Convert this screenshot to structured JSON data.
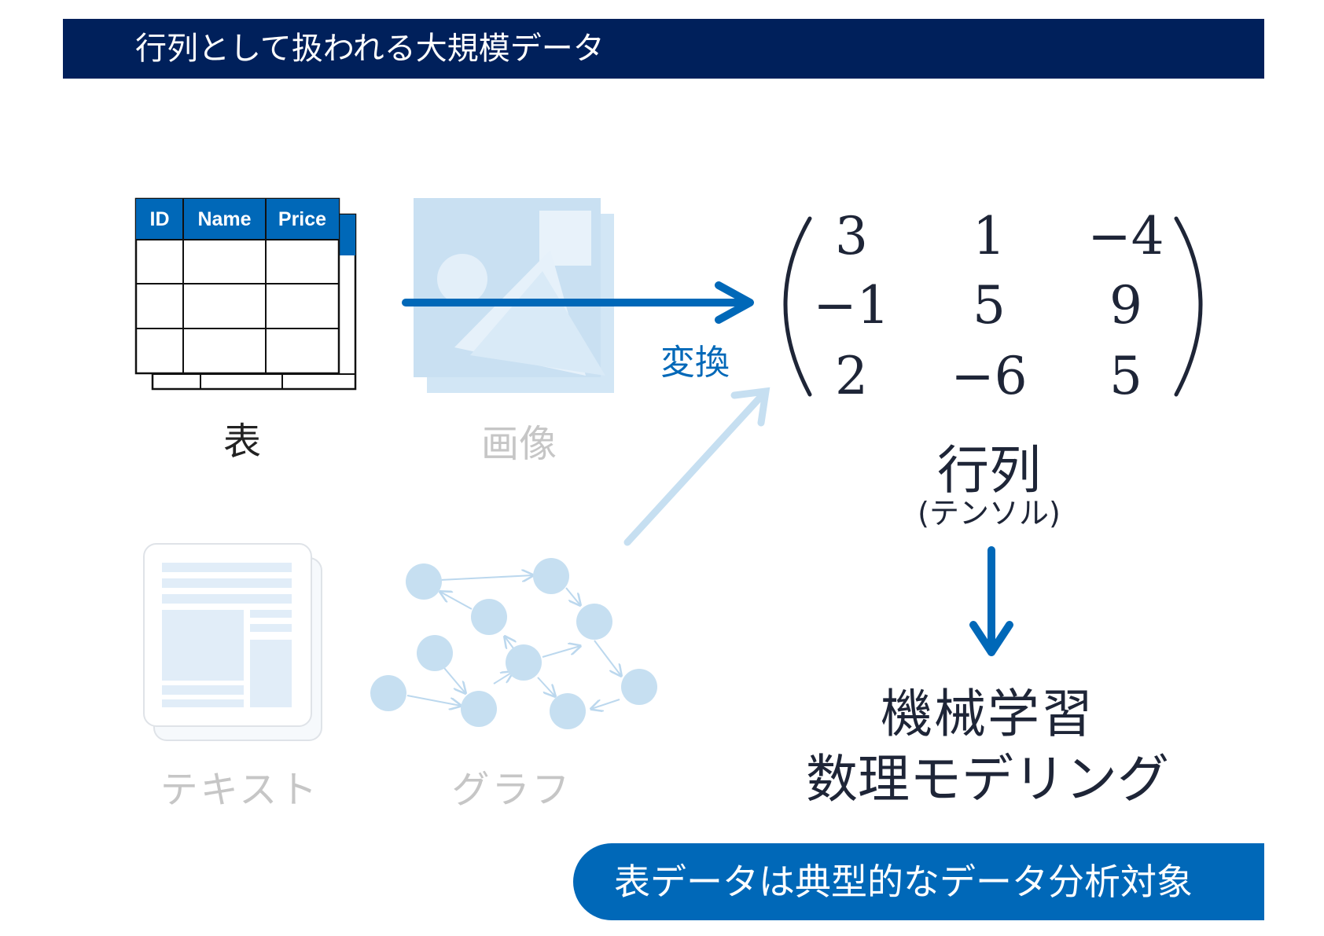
{
  "header": {
    "title": "行列として扱われる大規模データ"
  },
  "sources": {
    "table": {
      "label": "表",
      "columns": [
        "ID",
        "Name",
        "Price"
      ]
    },
    "image": {
      "label": "画像"
    },
    "text": {
      "label": "テキスト"
    },
    "graph": {
      "label": "グラフ"
    }
  },
  "conversion": {
    "label": "変換"
  },
  "matrix": {
    "rows": [
      [
        "3",
        "1",
        "−4"
      ],
      [
        "−1",
        "5",
        "9"
      ],
      [
        "2",
        "−6",
        "5"
      ]
    ],
    "label": "行列",
    "sublabel": "(テンソル)"
  },
  "outcome": {
    "line1": "機械学習",
    "line2": "数理モデリング"
  },
  "banner": {
    "text": "表データは典型的なデータ分析対象"
  },
  "colors": {
    "navy": "#00205b",
    "blue": "#0068b8",
    "light_blue": "#c6dff1",
    "faded_gray": "#c6c6c6",
    "dark_text": "#1e2537"
  }
}
